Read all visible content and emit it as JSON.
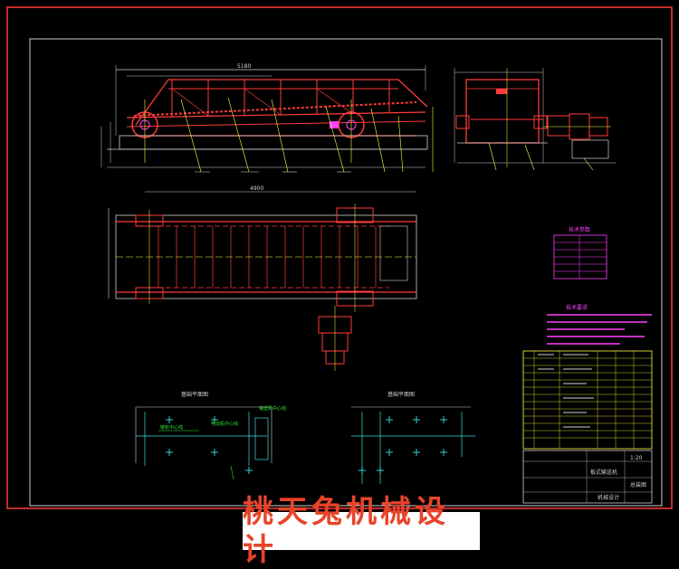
{
  "drawing": {
    "plan_view_label_left": "基础平面图",
    "plan_view_label_right": "基础平面图",
    "dim_top_total": "5180",
    "dim_plan_width": "4900",
    "note_left_1": "链轮中心线",
    "note_left_2": "电动机中心线",
    "note_left_3": "输送机中心线",
    "spec_table_title": "技术参数",
    "notes_title": "技术要求",
    "title_block": {
      "main_title": "板式输送机",
      "drawing_no": "总装图",
      "scale": "1:20",
      "org": "机械设计"
    }
  },
  "watermark": {
    "text": "桃天兔机械设计"
  },
  "colors": {
    "background": "#000000",
    "border": "#ff3b3b",
    "structure": "#ff3b3b",
    "dimension": "#d0d0d0",
    "center_line": "#ffff40",
    "detail": "#ffffff",
    "cyan": "#39e0e0",
    "magenta": "#ff40ff",
    "green": "#33e633"
  }
}
